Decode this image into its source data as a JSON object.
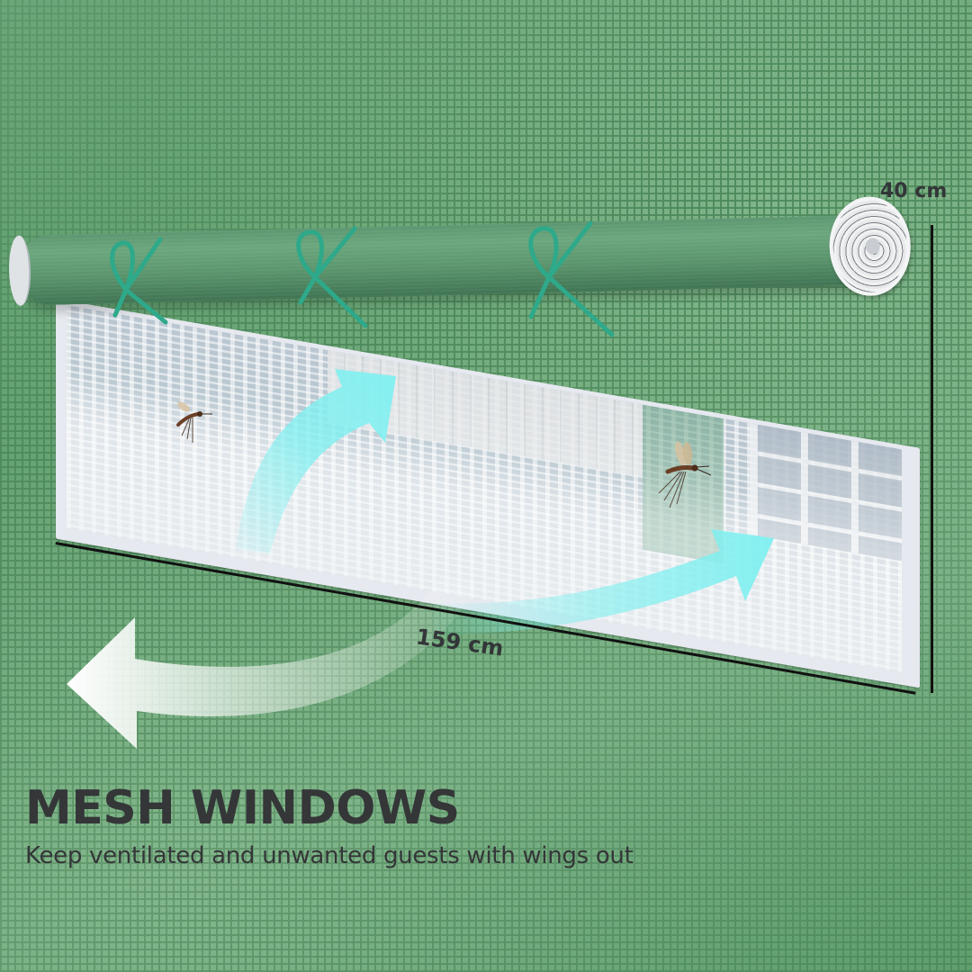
{
  "headline": "MESH WINDOWS",
  "subline": "Keep ventilated and unwanted guests with wings out",
  "dimensions": {
    "height_label": "40 cm",
    "width_label": "159 cm"
  },
  "colors": {
    "mesh_green": "#5f9f6d",
    "roll_green": "#5c9670",
    "tie_teal": "#2ea98a",
    "arrow_cyan": "#7ff0f0",
    "arrow_white": "#ffffff",
    "text_dark": "#343638",
    "frame_white": "#e6e9ef"
  },
  "icons": {
    "arrow_in_upper": "curved-arrow-cyan",
    "arrow_in_lower": "curved-arrow-cyan",
    "arrow_out": "curved-arrow-white",
    "insects": [
      "mosquito",
      "mosquito"
    ]
  }
}
